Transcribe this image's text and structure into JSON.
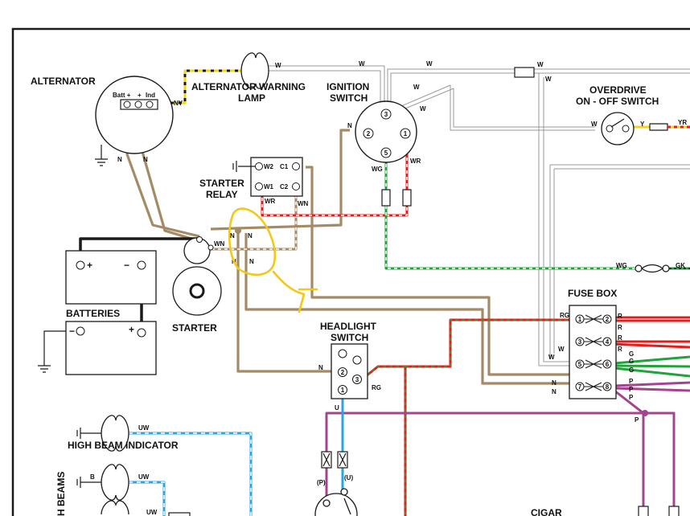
{
  "components": {
    "alternator": {
      "label": "ALTERNATOR",
      "pins": [
        "Batt +",
        "+",
        "Ind"
      ]
    },
    "alt_warning_lamp": {
      "line1": "ALTERNATOR WARNING",
      "line2": "LAMP"
    },
    "ignition_switch": {
      "line1": "IGNITION",
      "line2": "SWITCH",
      "pins": [
        "3",
        "2",
        "1",
        "5"
      ]
    },
    "overdrive_switch": {
      "line1": "OVERDRIVE",
      "line2": "ON - OFF SWITCH"
    },
    "starter_relay": {
      "line1": "STARTER",
      "line2": "RELAY",
      "pins": [
        "W2",
        "C1",
        "W1",
        "C2"
      ]
    },
    "batteries": {
      "label": "BATTERIES",
      "plus": "+",
      "minus": "−"
    },
    "starter": {
      "label": "STARTER"
    },
    "headlight_switch": {
      "line1": "HEADLIGHT",
      "line2": "SWITCH",
      "pins": [
        "2",
        "3",
        "1"
      ]
    },
    "fuse_box": {
      "label": "FUSE BOX",
      "pins": [
        "1",
        "2",
        "3",
        "4",
        "5",
        "6",
        "7",
        "8"
      ]
    },
    "high_beam_indicator": {
      "label": "HIGH BEAM INDICATOR"
    },
    "high_beams": {
      "label": "H BEAMS"
    },
    "cigar": {
      "label": "CIGAR"
    }
  },
  "wire_codes": {
    "ny": "NY",
    "w": "W",
    "n": "N",
    "y": "Y",
    "yr": "YR",
    "wr": "WR",
    "wg": "WG",
    "wn": "WN",
    "gk": "GK",
    "rg": "RG",
    "r": "R",
    "g": "G",
    "p": "P",
    "u": "U",
    "uw": "UW",
    "b": "B",
    "p_paren": "(P)",
    "u_paren": "(U)"
  },
  "colors": {
    "brown": "#a58a66",
    "white_wire": "#aaaaaa",
    "yellow": "#f2d31b",
    "red": "#e31c1c",
    "green": "#1fa33a",
    "blue": "#2aa6df",
    "purple": "#a4448f",
    "black": "#1a1a1a",
    "annotation": "#f2c81a"
  }
}
